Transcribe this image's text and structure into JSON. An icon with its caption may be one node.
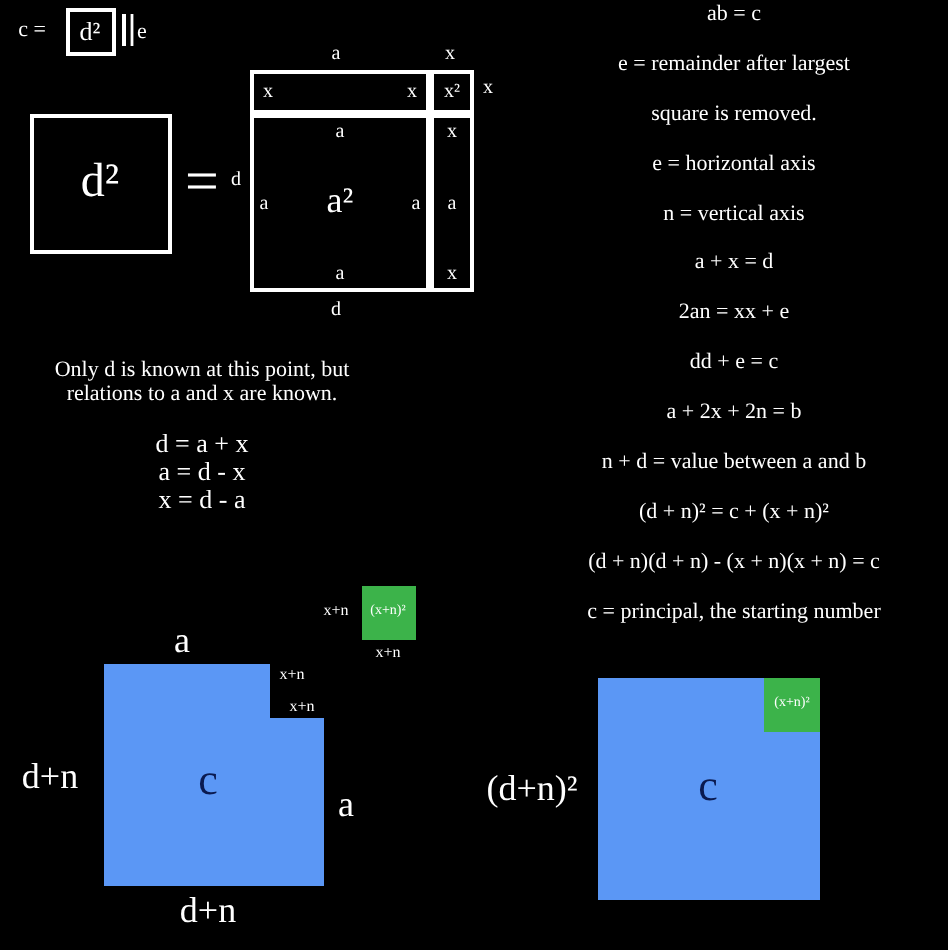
{
  "diagram": {
    "nodes": [
      {
        "text": [
          "d²"
        ]
      },
      {
        "text": [
          "d²"
        ]
      },
      {
        "text": [],
        "shape": "box"
      },
      {
        "text": [
          "x",
          "x"
        ],
        "in": 2
      },
      {
        "text": [
          "x²"
        ],
        "in": 2
      },
      {
        "text": [
          "a",
          "a",
          "a²",
          "a",
          "a"
        ],
        "in": 2
      },
      {
        "text": [
          "x",
          "a",
          "x"
        ],
        "in": 2
      },
      {
        "text": [
          "(x+n)²"
        ]
      },
      {
        "text": [
          "c"
        ]
      },
      {
        "text": [
          "c"
        ]
      },
      {
        "text": [
          "(x+n)²"
        ],
        "in": 9
      }
    ],
    "labels": [
      "c =",
      "e",
      "a",
      "x",
      "x",
      "=",
      "d",
      "d",
      "ab = c",
      "e = remainder after largest",
      "square is removed.",
      "e = horizontal axis",
      "n = vertical axis",
      "a + x = d",
      "2an = xx + e",
      "dd + e = c",
      "a + 2x + 2n = b",
      "n + d = value between a and b",
      "(d + n)² = c + (x + n)²",
      "(d + n)(d + n) - (x + n)(x + n) = c",
      "c = principal, the starting number",
      "Only d is known at this point, but relations to a and x are known.",
      "d = a + x",
      "a = d - x",
      "x = d - a",
      "x+n",
      "x+n",
      "a",
      "x+n",
      "x+n",
      "d+n",
      "a",
      "d+n",
      "(d+n)²"
    ]
  }
}
